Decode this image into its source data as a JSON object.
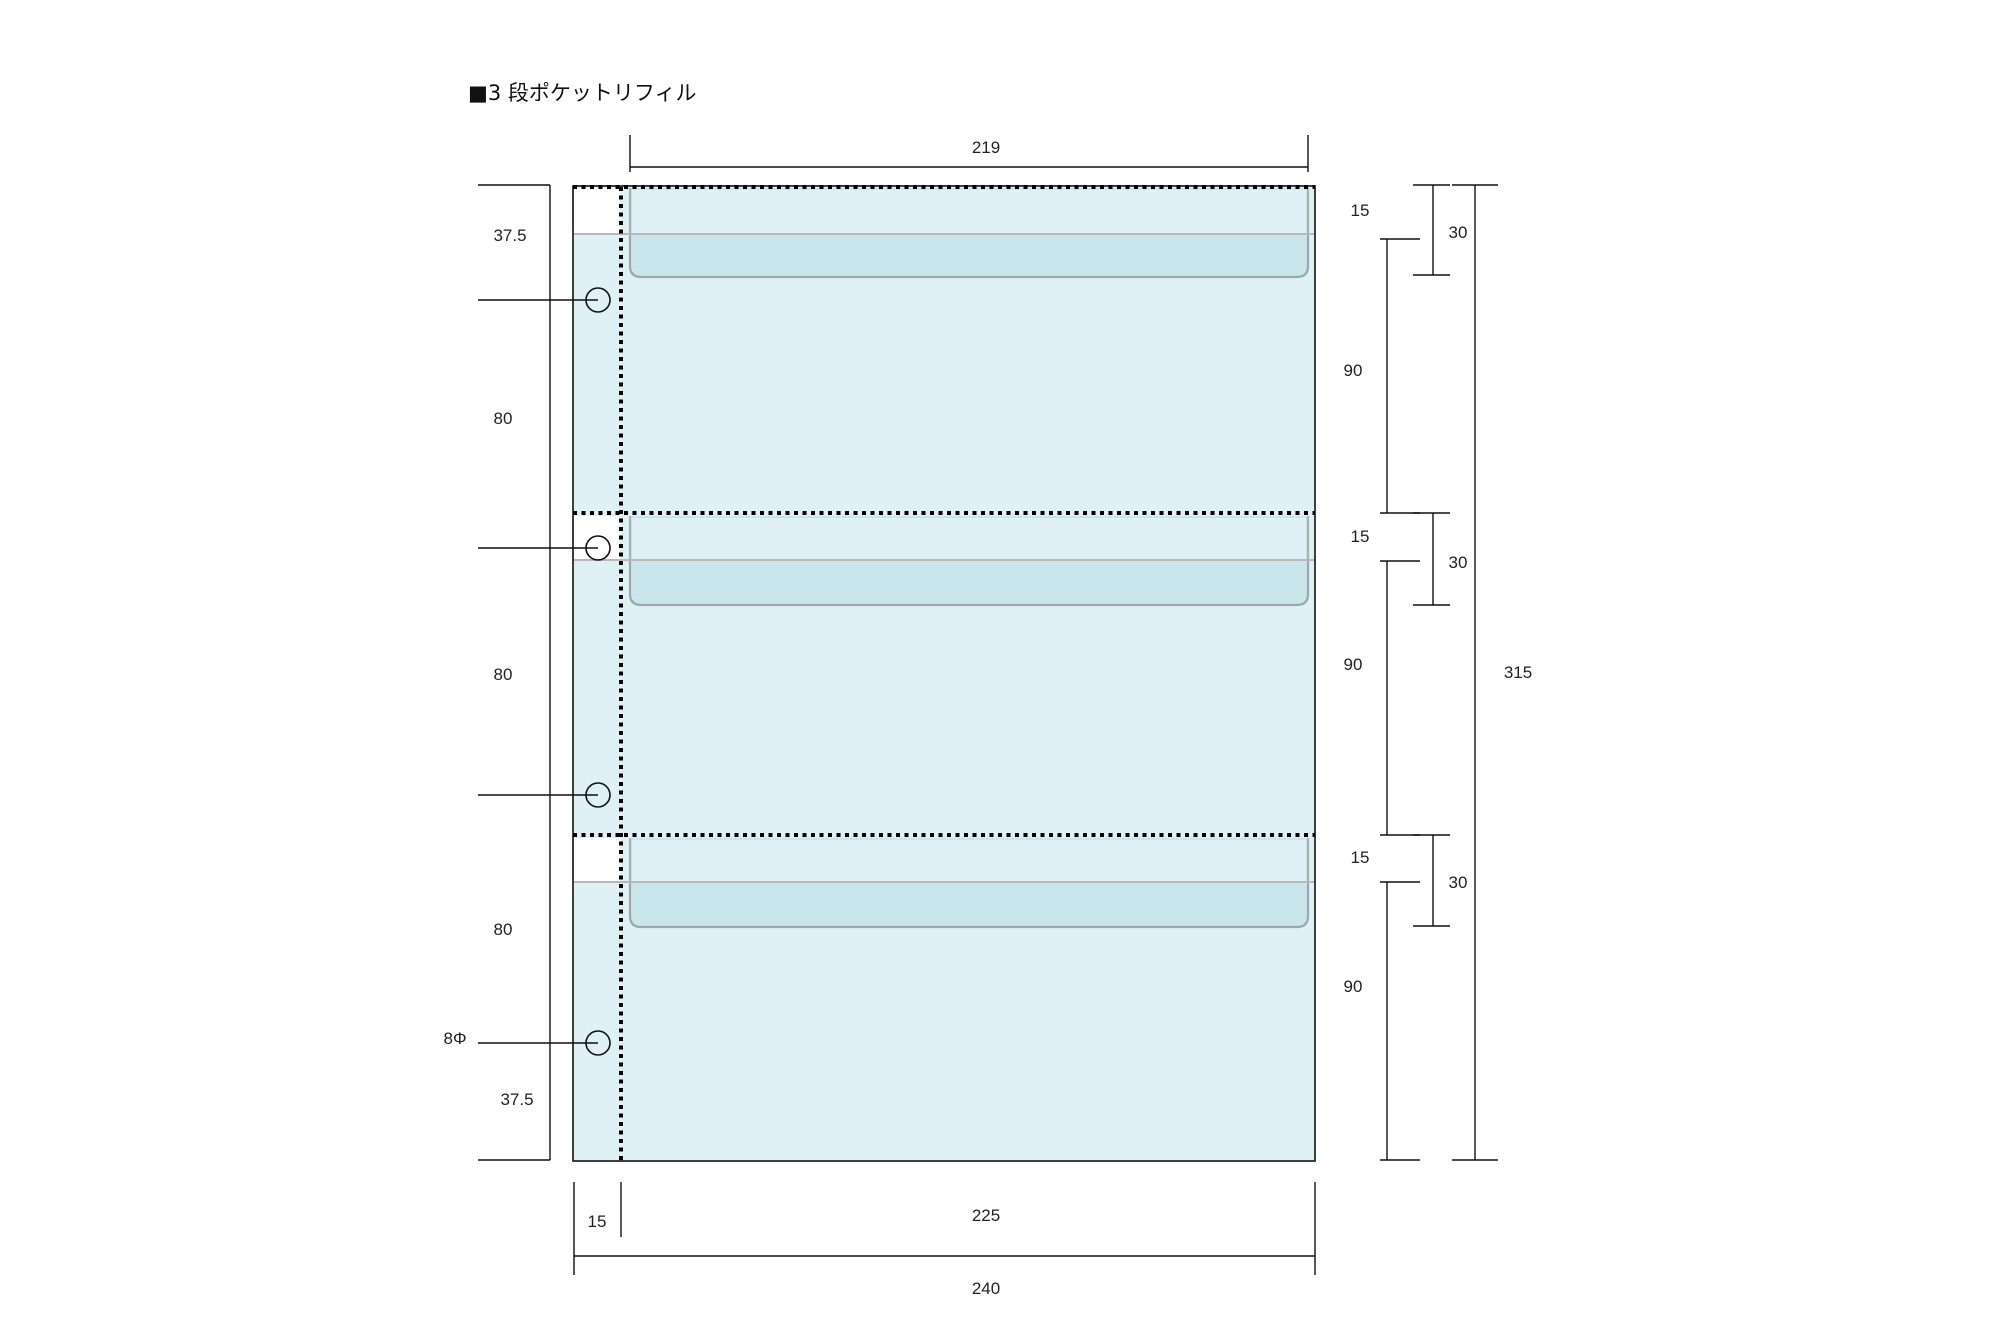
{
  "title": "■3 段ポケットリフィル",
  "colors": {
    "sheet": "#e0f1f6",
    "pocket_flap": "#c8e6ec",
    "line": "#111111",
    "perforation": "#000000"
  },
  "dimensions": {
    "top_width": "219",
    "left_top_margin": "37.5",
    "left_pitch_1": "80",
    "left_pitch_2": "80",
    "left_pitch_3": "80",
    "hole_diameter": "8Φ",
    "left_bottom_margin": "37.5",
    "right_flap_1": "15",
    "right_pocket_1": "90",
    "right_flap_2": "15",
    "right_pocket_2": "90",
    "right_flap_3": "15",
    "right_pocket_3": "90",
    "right_flap_depth_1": "30",
    "right_flap_depth_2": "30",
    "right_flap_depth_3": "30",
    "total_height": "315",
    "binding_width": "15",
    "pocket_width": "225",
    "total_width": "240"
  }
}
